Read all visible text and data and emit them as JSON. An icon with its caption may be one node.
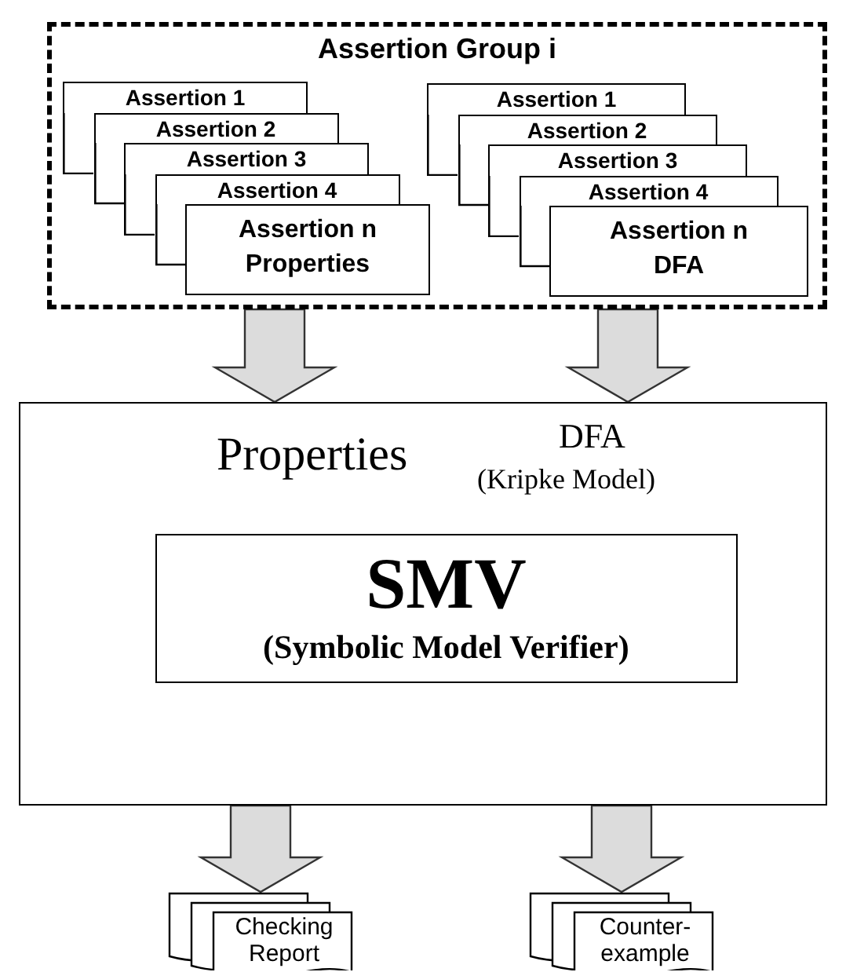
{
  "diagram": {
    "nodes": [
      {
        "text": [
          "Assertion Group i"
        ]
      },
      {
        "text": [
          "Assertion 1"
        ],
        "in": 0
      },
      {
        "text": [
          "Assertion 2"
        ],
        "in": 0
      },
      {
        "text": [
          "Assertion 3"
        ],
        "in": 0
      },
      {
        "text": [
          "Assertion 4"
        ],
        "in": 0
      },
      {
        "text": [
          "Assertion n",
          "Properties"
        ],
        "in": 0
      },
      {
        "text": [
          "Assertion 1"
        ],
        "in": 0
      },
      {
        "text": [
          "Assertion 2"
        ],
        "in": 0
      },
      {
        "text": [
          "Assertion 3"
        ],
        "in": 0
      },
      {
        "text": [
          "Assertion 4"
        ],
        "in": 0
      },
      {
        "text": [
          "Assertion n",
          "DFA"
        ],
        "in": 0
      },
      {
        "text": [
          "Properties",
          "DFA",
          "(Kripke Model)"
        ]
      },
      {
        "text": [
          "SMV",
          "(Symbolic Model Verifier)"
        ],
        "in": 11
      },
      {
        "text": [
          "Checking Report"
        ]
      },
      {
        "text": [
          "Counter-example"
        ]
      }
    ],
    "edges": [
      {
        "from": 0,
        "to": 11,
        "arrow": "to",
        "style": "thick"
      },
      {
        "from": 0,
        "to": 11,
        "arrow": "to",
        "style": "thick"
      },
      {
        "from": 11,
        "to": 13,
        "arrow": "to",
        "style": "thick"
      },
      {
        "from": 11,
        "to": 14,
        "arrow": "to",
        "style": "thick"
      }
    ]
  }
}
